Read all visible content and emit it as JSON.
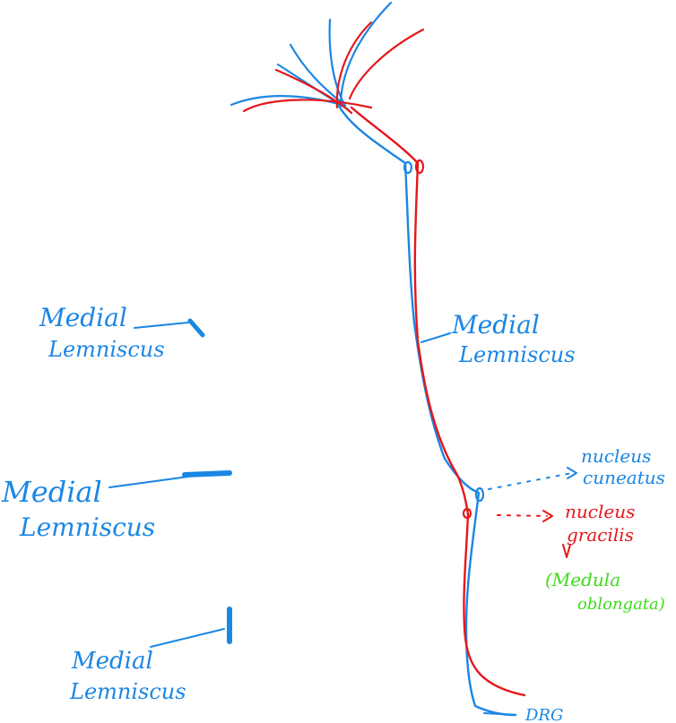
{
  "colors": {
    "blue": "#1c86e3",
    "red": "#e6171b",
    "green": "#3ddc1a"
  },
  "labels": {
    "left_top": [
      "Medial",
      "Lemniscus"
    ],
    "left_middle": [
      "Medial",
      "Lemniscus"
    ],
    "left_bottom": [
      "Medial",
      "Lemniscus"
    ],
    "tract": [
      "Medial",
      "Lemniscus"
    ],
    "nucleus_cuneatus": [
      "nucleus",
      "cuneatus"
    ],
    "nucleus_gracilis": [
      "nucleus",
      "gracilis"
    ],
    "medulla": [
      "(Medula",
      "oblongata)"
    ],
    "drg": "DRG"
  }
}
